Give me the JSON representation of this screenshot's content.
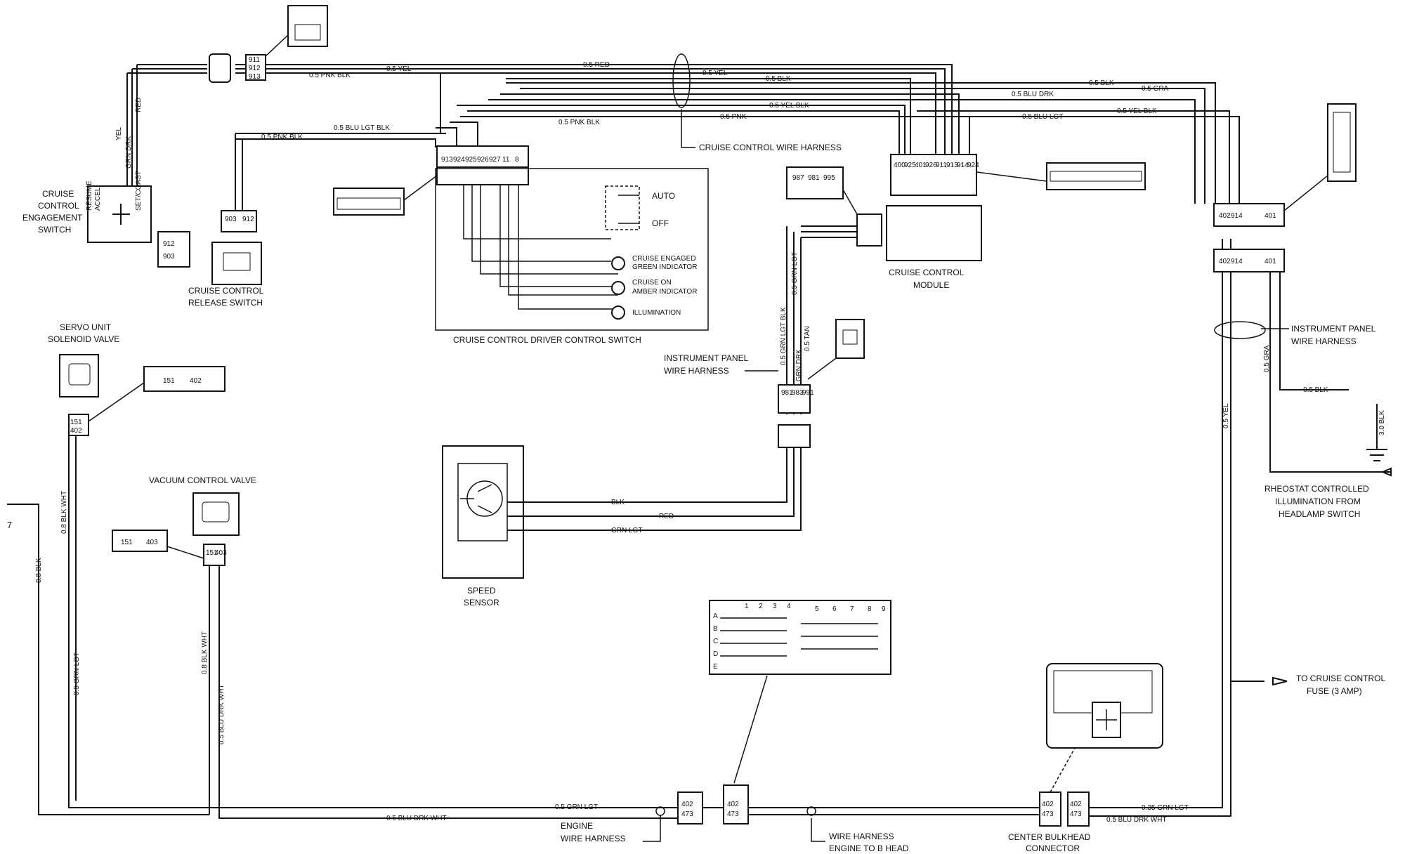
{
  "labels": {
    "cruise_engagement_switch": [
      "CRUISE",
      "CONTROL",
      "ENGAGEMENT",
      "SWITCH"
    ],
    "release_switch": [
      "CRUISE CONTROL",
      "RELEASE SWITCH"
    ],
    "driver_control_switch": "CRUISE CONTROL DRIVER CONTROL SWITCH",
    "cruise_module": [
      "CRUISE CONTROL",
      "MODULE"
    ],
    "wire_harness": "CRUISE CONTROL WIRE HARNESS",
    "servo_unit": [
      "SERVO UNIT",
      "SOLENOID VALVE"
    ],
    "vacuum_valve": "VACUUM CONTROL VALVE",
    "speed_sensor": [
      "SPEED",
      "SENSOR"
    ],
    "ip_harness_left": [
      "INSTRUMENT PANEL",
      "WIRE HARNESS"
    ],
    "ip_harness_right": [
      "INSTRUMENT PANEL",
      "WIRE HARNESS"
    ],
    "rheostat": [
      "RHEOSTAT CONTROLLED",
      "ILLUMINATION FROM",
      "HEADLAMP SWITCH"
    ],
    "fuse": [
      "TO CRUISE CONTROL",
      "FUSE (3 AMP)"
    ],
    "engine_harness": [
      "ENGINE",
      "WIRE HARNESS"
    ],
    "harness_engine_head": [
      "WIRE HARNESS",
      "ENGINE TO B HEAD"
    ],
    "bulkhead": [
      "CENTER BULKHEAD",
      "CONNECTOR"
    ],
    "switch_auto": "AUTO",
    "switch_off": "OFF",
    "lamp_labels": [
      "CRUISE ENGAGED",
      "GREEN INDICATOR",
      "CRUISE ON",
      "AMBER INDICATOR",
      "ILLUMINATION"
    ]
  },
  "wire_labels": {
    "red_top": "0.5 RED",
    "yel_top": "0.5 YEL",
    "yel_top2": "0.5 YEL",
    "pnk_blk_top": "0.5 PNK BLK",
    "blk_top": "0.5 BLK",
    "blk_top2": "0.5 BLK",
    "gra_top": "0.5 GRA",
    "blu_drk_top": "0.5 BLU DRK",
    "yel_blk_mid": "0.5 YEL BLK",
    "yel_blk_right": "0.5 YEL BLK",
    "pnk_mid": "0.5 PNK",
    "blu_lgt_right": "0.5 BLU LGT",
    "blu_lgt_blk": "0.5 BLU LGT BLK",
    "pnk_blk_mid": "0.5 PNK BLK",
    "pnk_blk_left": "0.5 PNK BLK",
    "v_yel": "YEL",
    "v_grn_drk": "GRN DRK",
    "v_red": "RED",
    "v_grn_lgt_blk": "0.5 GRN LGT BLK",
    "v_grn_lgt": "0.5 GRN LGT",
    "v_grn_drk2": "0.5 GRN DRK",
    "v_tan": "0.5 TAN",
    "blk_sensor": "BLK",
    "red_sensor": "RED",
    "grn_lgt_sensor": "GRN LGT",
    "v_08_blk": "0.8 BLK",
    "v_08_blk_wht": "0.8 BLK WHT",
    "v_05_grn_lgt": "0.5 GRN LGT",
    "v_08_blk_wht2": "0.8 BLK WHT",
    "v_05_blu_drk_wht": "0.5 BLU DRK WHT",
    "bot_grn_lgt": "0.5 GRN LGT",
    "bot_blu_drk_wht": "0.5 BLU DRK WHT",
    "bot_035_grn_lgt": "0.35 GRN LGT",
    "bot_05_blu_drk_wht": "0.5 BLU DRK WHT",
    "v_right_yel": "0.5 YEL",
    "v_right_gra": "0.5 GRA",
    "right_blk": "0.5 BLK",
    "v_30_blk": "3.0 BLK",
    "small_7": "7"
  },
  "pins": {
    "upper_conn": [
      "911",
      "912",
      "913"
    ],
    "engage_switch_pins": [
      "RESUME",
      "ACCEL",
      "SET/COAST"
    ],
    "release_plug": [
      "912",
      "903"
    ],
    "release_conn": [
      "903",
      "912"
    ],
    "driver_conn": [
      "913",
      "924",
      "925",
      "926",
      "927",
      "11",
      "8"
    ],
    "module_conn": [
      "400",
      "925",
      "401",
      "926",
      "911",
      "913",
      "914",
      "924"
    ],
    "ip_conn": [
      "987",
      "981",
      "995"
    ],
    "sensor_conn": [
      "981",
      "983",
      "991"
    ],
    "servo_conn": [
      "151",
      "402"
    ],
    "servo_plug": [
      "151",
      "402",
      ""
    ],
    "vac_plug": [
      "151",
      "403"
    ],
    "vac_conn": [
      "151",
      "403"
    ],
    "right_conn_a": [
      "402",
      "914",
      "401"
    ],
    "right_conn_b": [
      "402",
      "914",
      "401"
    ],
    "eng_conn": [
      "402",
      "473"
    ],
    "bulk_conn": [
      "402",
      "473"
    ],
    "grid_cols_top": [
      "1",
      "2",
      "3",
      "4",
      "5",
      "6",
      "7",
      "8",
      "9"
    ],
    "grid_rows": [
      "A",
      "B",
      "C",
      "D",
      "E"
    ]
  }
}
